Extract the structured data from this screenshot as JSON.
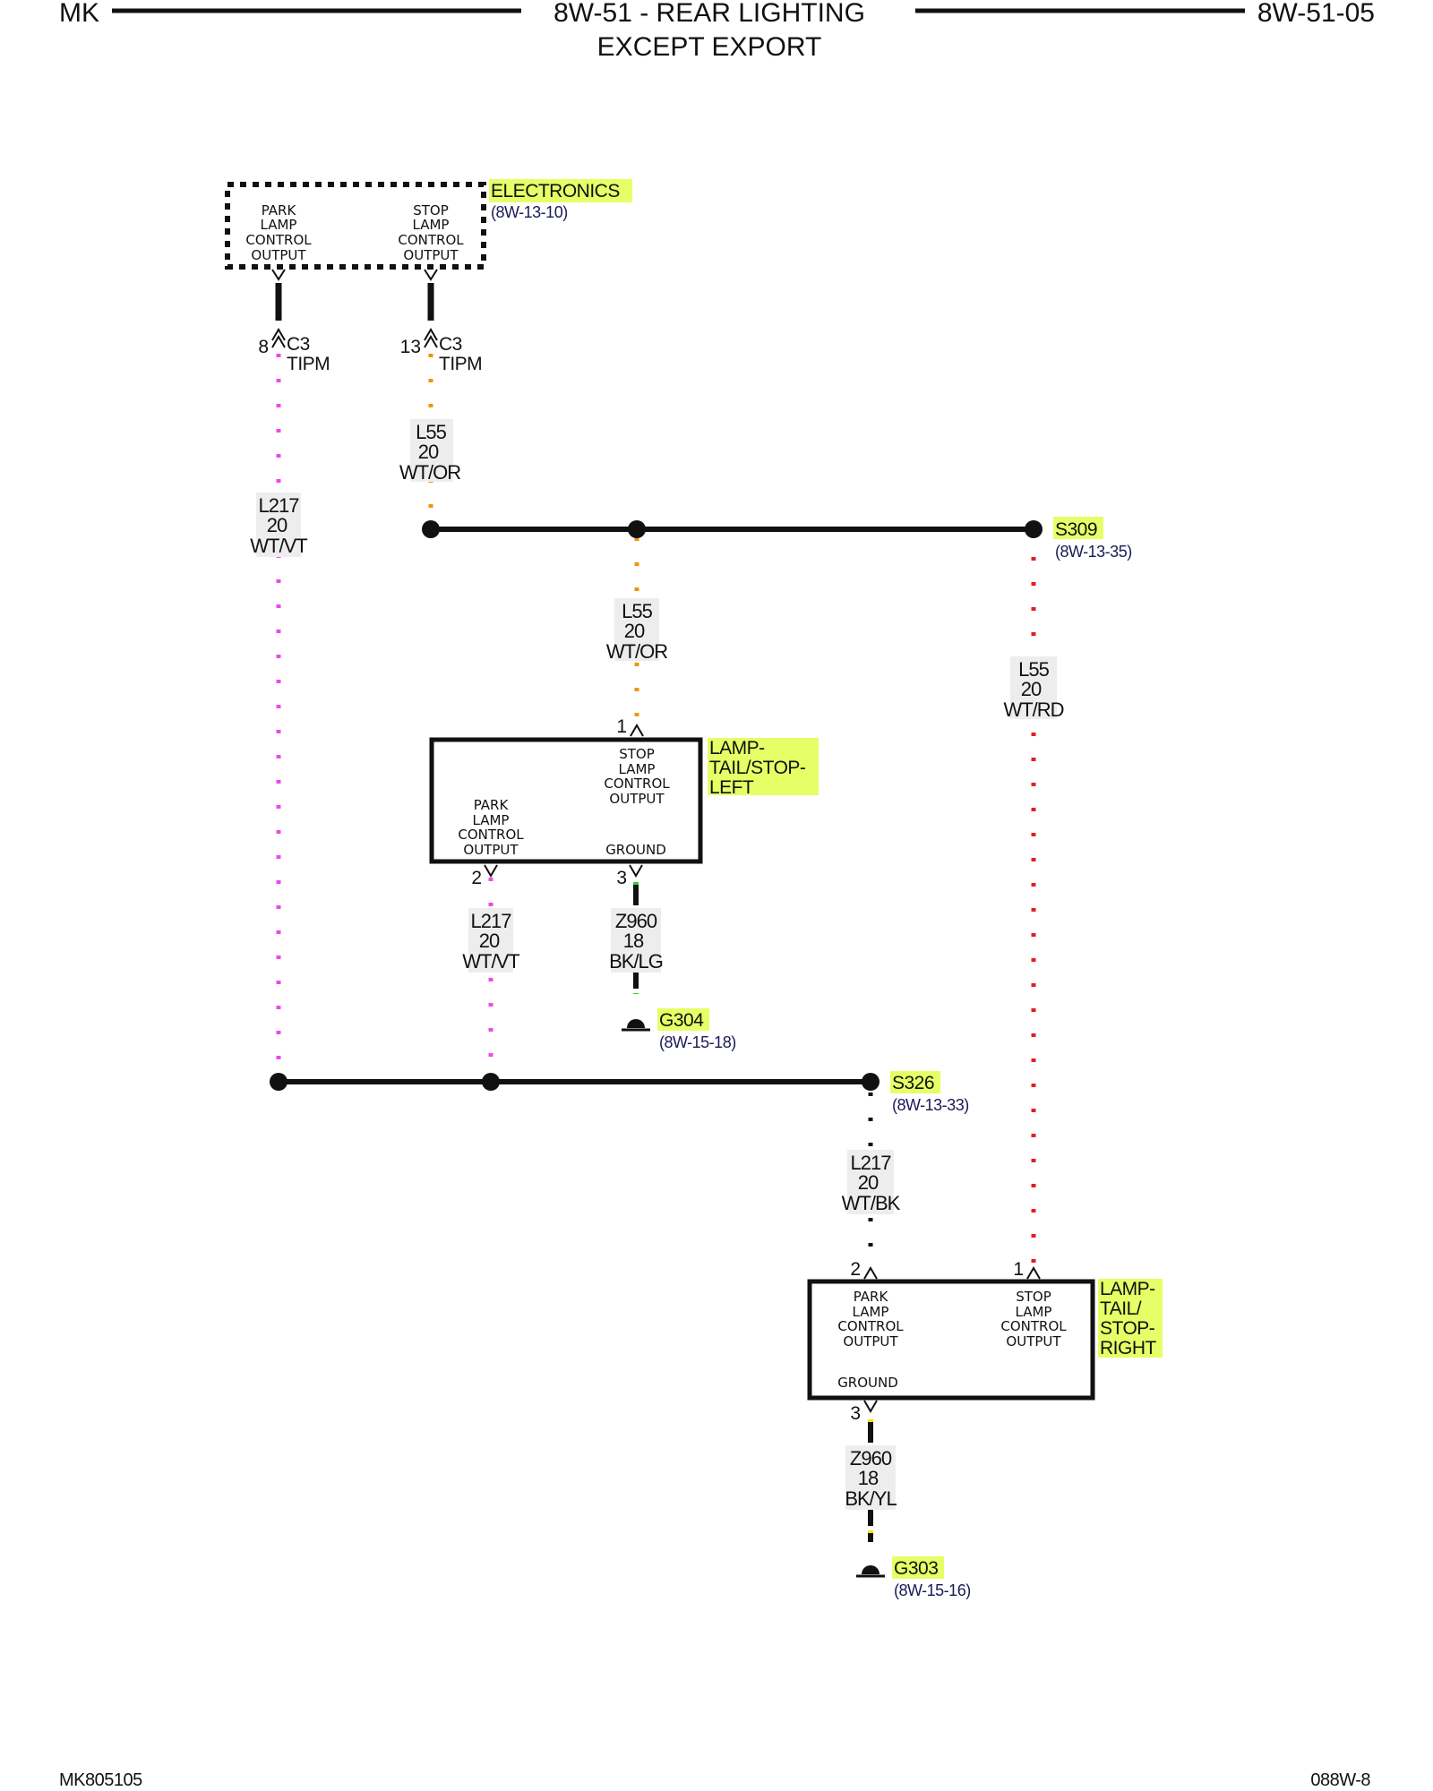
{
  "header": {
    "left": "MK",
    "title_line1": "8W-51 - REAR LIGHTING",
    "title_line2": "EXCEPT EXPORT",
    "right": "8W-51-05"
  },
  "footer": {
    "left": "MK805105",
    "right": "088W-8"
  },
  "colors": {
    "highlight": "#e6ff66",
    "wire_violet": "#e84ce8",
    "wire_orange": "#f0950a",
    "wire_red": "#e02020",
    "wire_black": "#111111",
    "wire_yellow": "#f2e600",
    "ref_text": "#1a1a55"
  },
  "electronics": {
    "name": "ELECTRONICS",
    "ref": "(8W-13-10)",
    "park_lines": [
      "PARK",
      "LAMP",
      "CONTROL",
      "OUTPUT"
    ],
    "stop_lines": [
      "STOP",
      "LAMP",
      "CONTROL",
      "OUTPUT"
    ]
  },
  "connectors": {
    "c3_park": {
      "pin": "8",
      "connector": "C3",
      "module": "TIPM"
    },
    "c3_stop": {
      "pin": "13",
      "connector": "C3",
      "module": "TIPM"
    }
  },
  "wires": {
    "l55_top": [
      "L55",
      "20",
      "WT/OR"
    ],
    "l217_left": [
      "L217",
      "20",
      "WT/VT"
    ],
    "l55_mid": [
      "L55",
      "20",
      "WT/OR"
    ],
    "l55_right": [
      "L55",
      "20",
      "WT/RD"
    ],
    "l217_mid": [
      "L217",
      "20",
      "WT/VT"
    ],
    "z960_left": [
      "Z960",
      "18",
      "BK/LG"
    ],
    "l217_low": [
      "L217",
      "20",
      "WT/BK"
    ],
    "z960_right": [
      "Z960",
      "18",
      "BK/YL"
    ]
  },
  "splices": {
    "s309": {
      "name": "S309",
      "ref": "(8W-13-35)"
    },
    "s326": {
      "name": "S326",
      "ref": "(8W-13-33)"
    }
  },
  "lamp_left": {
    "name_lines": [
      "LAMP-",
      "TAIL/STOP-",
      "LEFT"
    ],
    "stop_lines": [
      "STOP",
      "LAMP",
      "CONTROL",
      "OUTPUT"
    ],
    "park_lines": [
      "PARK",
      "LAMP",
      "CONTROL",
      "OUTPUT"
    ],
    "ground": "GROUND",
    "pin_stop": "1",
    "pin_park": "2",
    "pin_ground": "3"
  },
  "lamp_right": {
    "name_lines": [
      "LAMP-",
      "TAIL/",
      "STOP-",
      "RIGHT"
    ],
    "park_lines": [
      "PARK",
      "LAMP",
      "CONTROL",
      "OUTPUT"
    ],
    "stop_lines": [
      "STOP",
      "LAMP",
      "CONTROL",
      "OUTPUT"
    ],
    "ground": "GROUND",
    "pin_park": "2",
    "pin_stop": "1",
    "pin_ground": "3"
  },
  "grounds": {
    "g304": {
      "name": "G304",
      "ref": "(8W-15-18)"
    },
    "g303": {
      "name": "G303",
      "ref": "(8W-15-16)"
    }
  }
}
